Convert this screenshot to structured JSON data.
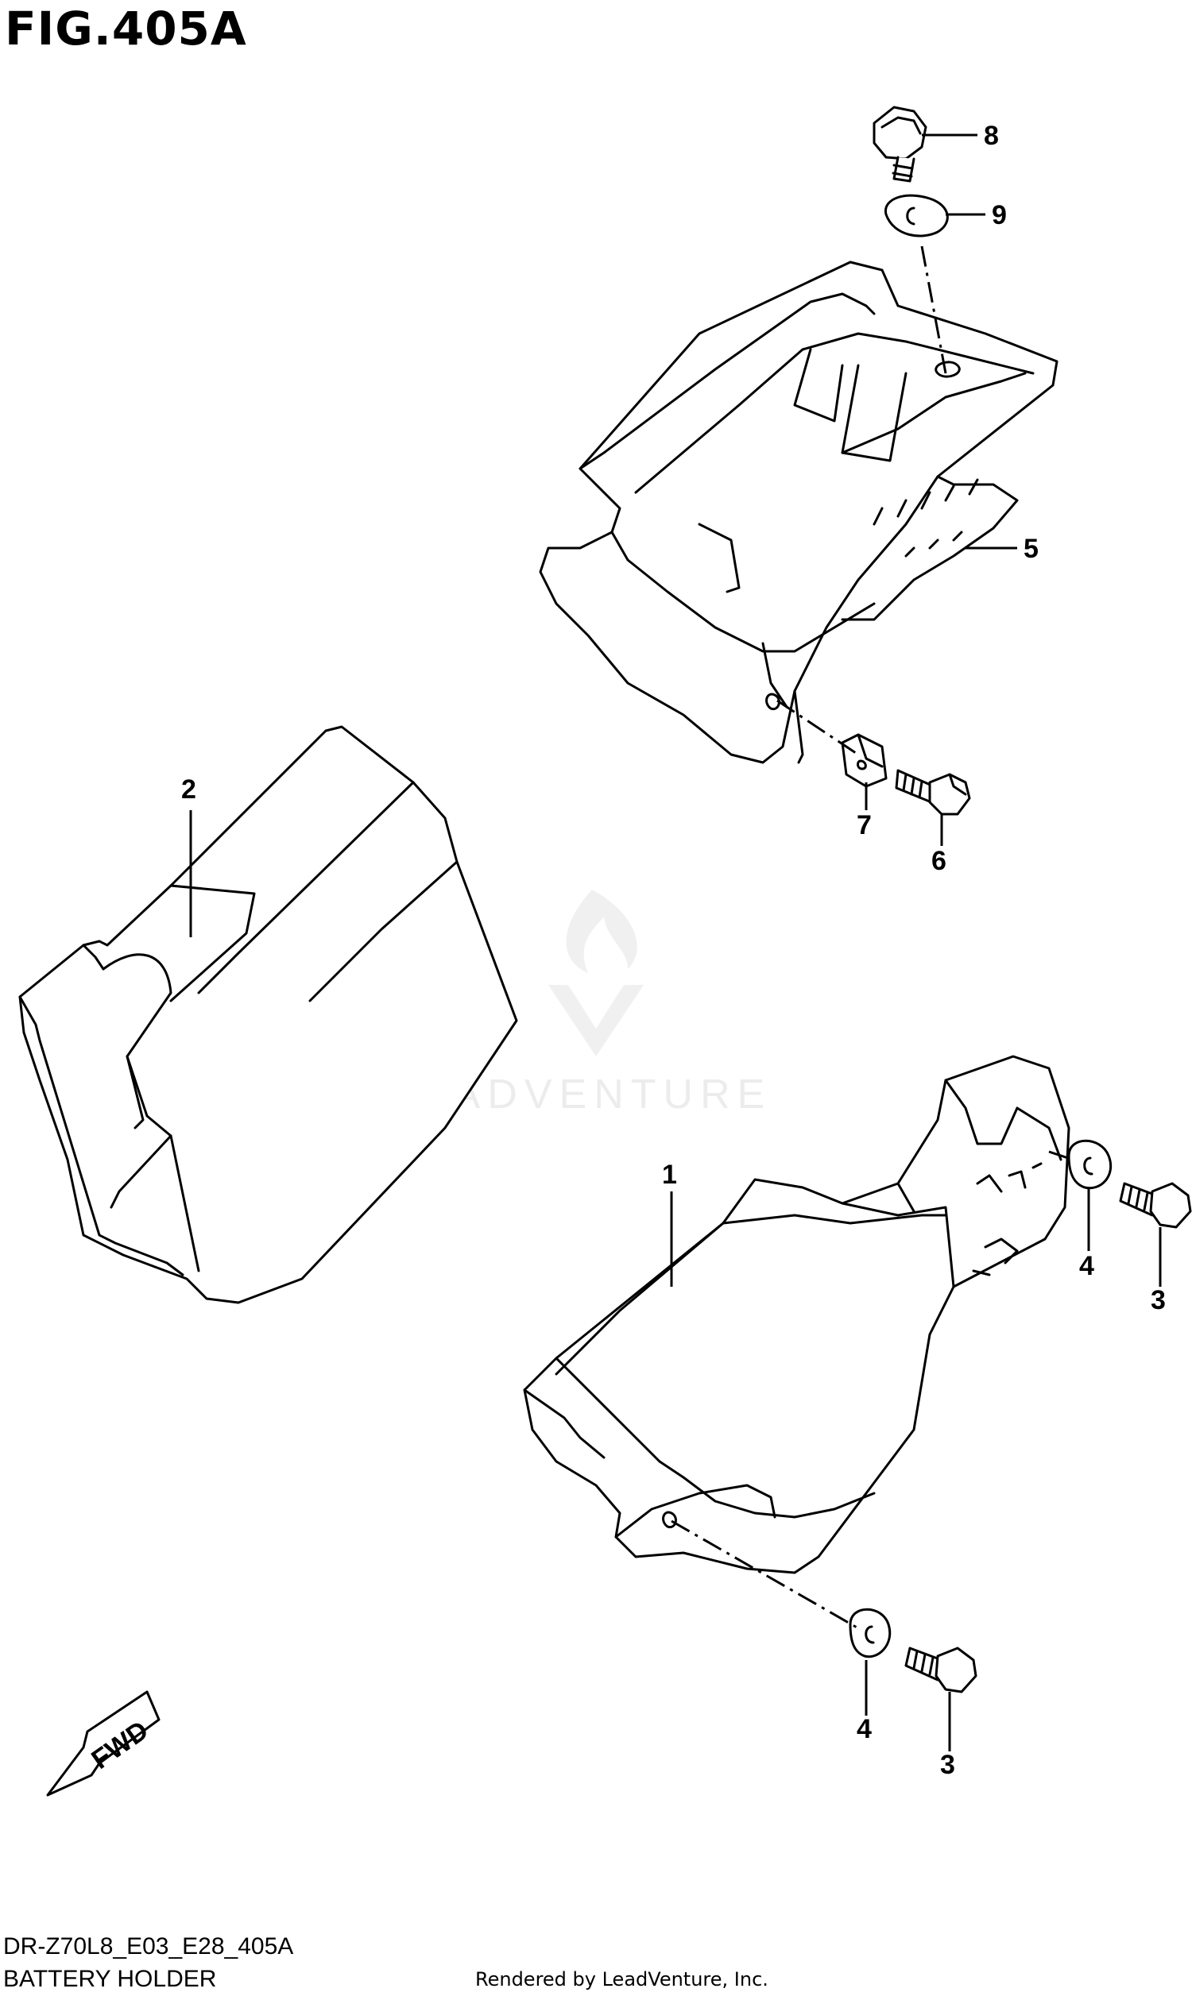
{
  "figure": {
    "title": "FIG.405A",
    "code": "DR-Z70L8_E03_E28_405A",
    "name": "BATTERY HOLDER",
    "credit": "Rendered by LeadVenture, Inc.",
    "watermark": "LEADVENTURE"
  },
  "callouts": {
    "c1": "1",
    "c2": "2",
    "c3a": "3",
    "c3b": "3",
    "c4a": "4",
    "c4b": "4",
    "c5": "5",
    "c6": "6",
    "c7": "7",
    "c8": "8",
    "c9": "9"
  },
  "direction_arrow": {
    "label": "FWD"
  },
  "colors": {
    "line": "#000000",
    "background": "#ffffff",
    "watermark": "#ececec"
  }
}
